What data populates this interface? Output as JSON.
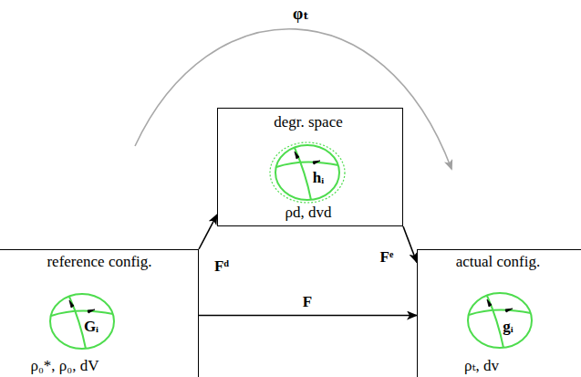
{
  "diagram": {
    "nodes": [
      {
        "text": [
          "reference config.",
          "Gᵢ",
          "ρ₀*, ρ₀, dV"
        ]
      },
      {
        "text": [
          "degr. space",
          "hᵢ",
          "ρd, dvd"
        ]
      },
      {
        "text": [
          "actual config.",
          "gᵢ",
          "ρₜ, dv"
        ]
      }
    ],
    "edges": [
      {
        "from": 0,
        "to": 1,
        "arrow": "to",
        "label": "Fᵈ"
      },
      {
        "from": 1,
        "to": 2,
        "arrow": "to",
        "label": "Fᵉ"
      },
      {
        "from": 0,
        "to": 2,
        "arrow": "to",
        "label": "F"
      }
    ],
    "labels": [
      "φₜ"
    ]
  }
}
